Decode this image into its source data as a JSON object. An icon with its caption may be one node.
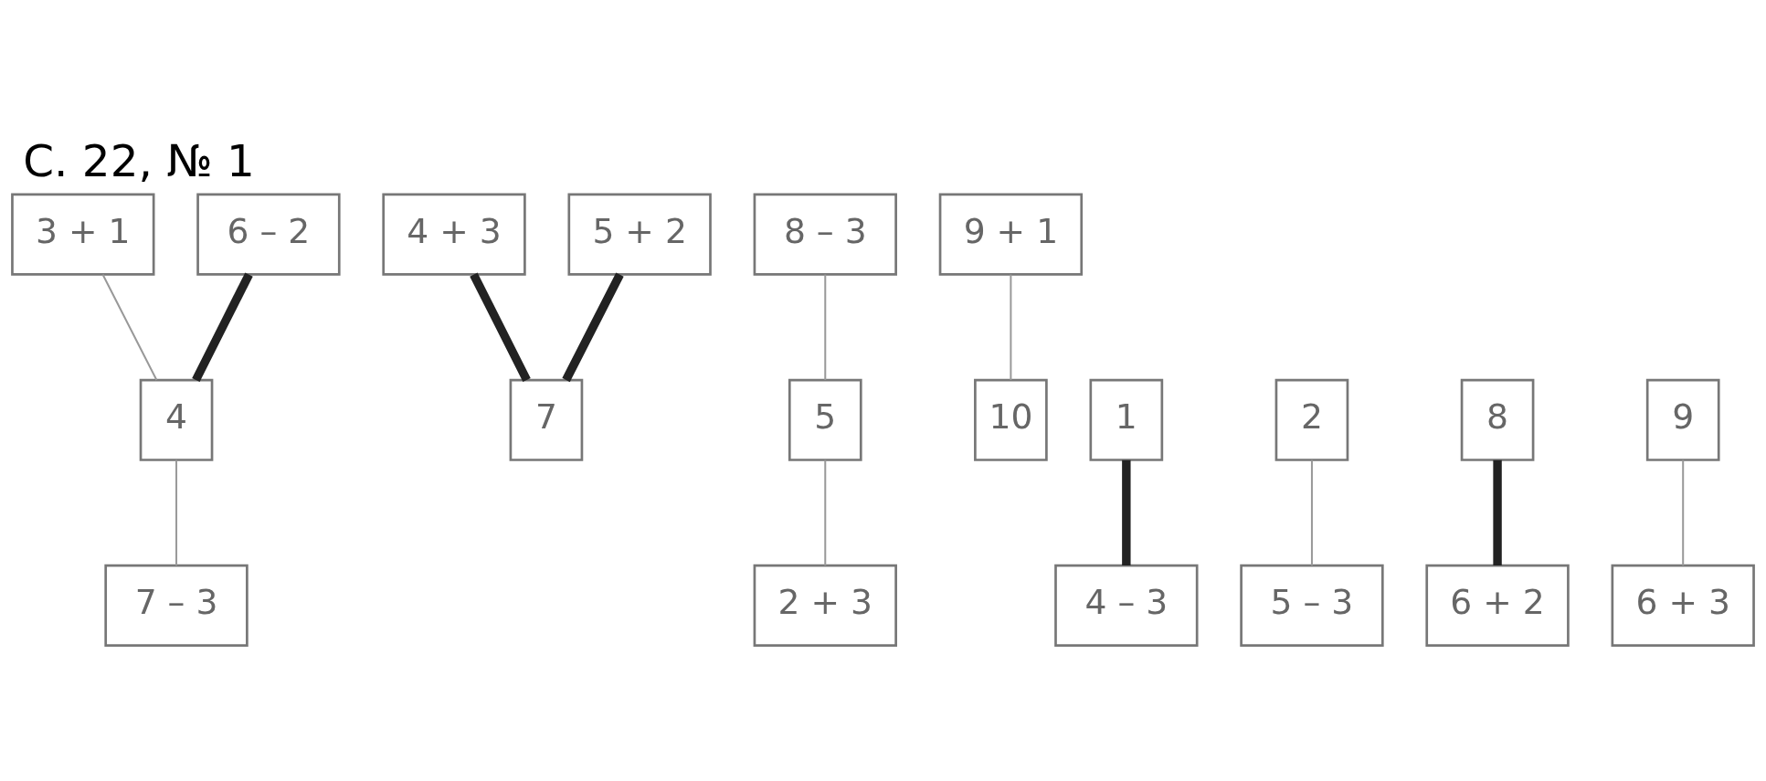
{
  "diagram": {
    "title": "С. 22, № 1",
    "nodes": [
      {
        "text": [
          "3 + 1"
        ]
      },
      {
        "text": [
          "6 – 2"
        ]
      },
      {
        "text": [
          "4 + 3"
        ]
      },
      {
        "text": [
          "5 + 2"
        ]
      },
      {
        "text": [
          "8 – 3"
        ]
      },
      {
        "text": [
          "9 + 1"
        ]
      },
      {
        "text": [
          "1"
        ]
      },
      {
        "text": [
          "2"
        ]
      },
      {
        "text": [
          "4"
        ]
      },
      {
        "text": [
          "5"
        ]
      },
      {
        "text": [
          "7"
        ]
      },
      {
        "text": [
          "8"
        ]
      },
      {
        "text": [
          "9"
        ]
      },
      {
        "text": [
          "10"
        ]
      },
      {
        "text": [
          "5 – 3"
        ]
      },
      {
        "text": [
          "7 – 3"
        ]
      },
      {
        "text": [
          "6 + 2"
        ]
      },
      {
        "text": [
          "4 – 3"
        ]
      },
      {
        "text": [
          "2 + 3"
        ]
      },
      {
        "text": [
          "6 + 3"
        ]
      }
    ],
    "edges": [
      {
        "from": 0,
        "to": 8,
        "arrow": "none"
      },
      {
        "from": 1,
        "to": 8,
        "arrow": "none",
        "style": "thick",
        "color": "#222222"
      },
      {
        "from": 2,
        "to": 10,
        "arrow": "none",
        "style": "thick",
        "color": "#222222"
      },
      {
        "from": 3,
        "to": 10,
        "arrow": "none",
        "style": "thick",
        "color": "#222222"
      },
      {
        "from": 4,
        "to": 9,
        "arrow": "none"
      },
      {
        "from": 5,
        "to": 13,
        "arrow": "none"
      },
      {
        "from": 6,
        "to": 17,
        "arrow": "none",
        "style": "thick",
        "color": "#222222"
      },
      {
        "from": 7,
        "to": 14,
        "arrow": "none"
      },
      {
        "from": 8,
        "to": 15,
        "arrow": "none"
      },
      {
        "from": 9,
        "to": 18,
        "arrow": "none"
      },
      {
        "from": 11,
        "to": 16,
        "arrow": "none",
        "style": "thick",
        "color": "#222222"
      },
      {
        "from": 12,
        "to": 19,
        "arrow": "none"
      }
    ]
  }
}
